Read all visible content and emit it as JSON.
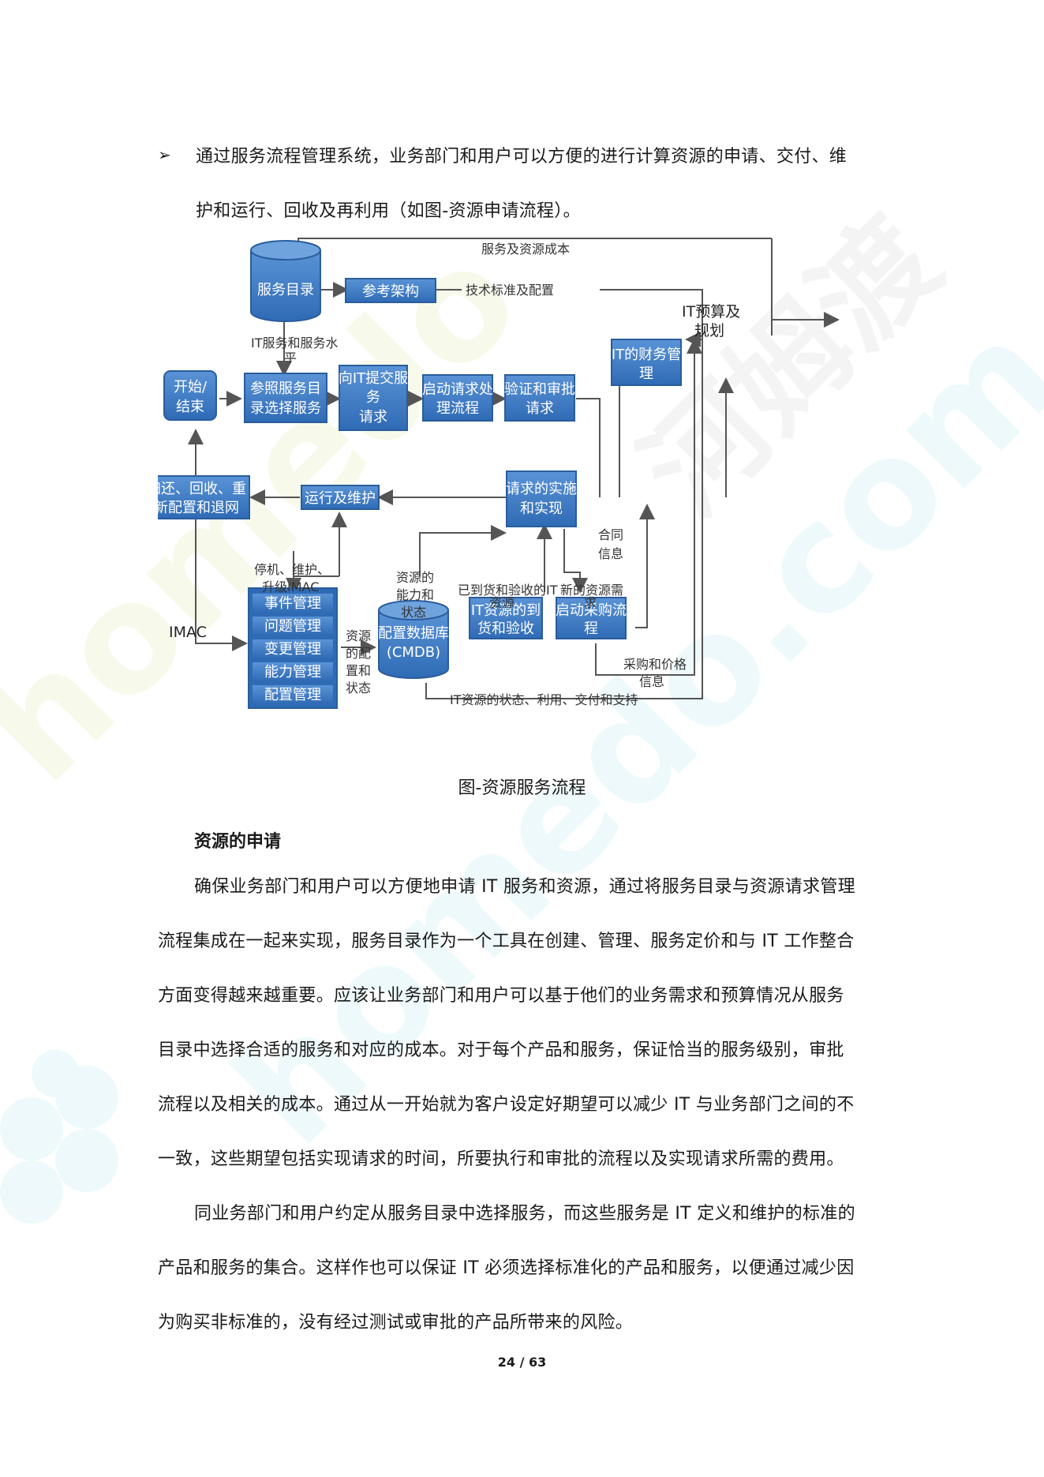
{
  "intro": {
    "bullet_symbol": "➢",
    "line1": "通过服务流程管理系统，业务部门和用户可以方便的进行计算资源的申请、交付、维",
    "line2": "护和运行、回收及再利用（如图-资源申请流程）。"
  },
  "diagram": {
    "boxes": {
      "service_catalog": "服务目录",
      "ref_arch": "参考架构",
      "start_end_1": "开始/",
      "start_end_2": "结束",
      "ref_catalog_1": "参照服务目",
      "ref_catalog_2": "录选择服务",
      "submit_1": "向IT提交服",
      "submit_2": "务",
      "submit_3": "请求",
      "start_req_1": "启动请求处",
      "start_req_2": "理流程",
      "verify_1": "验证和审批",
      "verify_2": "请求",
      "finance_1": "IT的财务管",
      "finance_2": "理",
      "return_1": "归还、回收、重",
      "return_2": "新配置和退网",
      "ops": "运行及维护",
      "impl_1": "请求的实施",
      "impl_2": "和实现",
      "event": "事件管理",
      "problem": "问题管理",
      "change": "变更管理",
      "capacity": "能力管理",
      "config": "配置管理",
      "cmdb_1": "配置数据库",
      "cmdb_2": "(CMDB)",
      "delivery_1": "IT资源的到",
      "delivery_2": "货和验收",
      "purchase_1": "启动采购流",
      "purchase_2": "程"
    },
    "labels": {
      "cost": "服务及资源成本",
      "tech_std": "技术标准及配置",
      "it_budget_1": "IT预算及",
      "it_budget_2": "规划",
      "it_service_1": "IT服务和服务水",
      "it_service_2": "平",
      "contract_1": "合同",
      "contract_2": "信息",
      "downtime_1": "停机、维护、",
      "downtime_2": "升级IMAC",
      "capacity_1": "资源的",
      "capacity_2": "能力和",
      "capacity_3": "状态",
      "arrived_1": "已到货和验收的IT",
      "arrived_2": "资源",
      "new_need_1": "新的资源需",
      "new_need_2": "求",
      "imac": "IMAC",
      "res_cfg_1": "资源",
      "res_cfg_2": "的配",
      "res_cfg_3": "置和",
      "res_cfg_4": "状态",
      "purchase_price_1": "采购和价格",
      "purchase_price_2": "信息",
      "it_status": "IT资源的状态、利用、交付和支持"
    }
  },
  "caption": "图-资源服务流程",
  "section_title": "资源的申请",
  "paragraph1": [
    "确保业务部门和用户可以方便地申请 IT 服务和资源，通过将服务目录与资源请求管理",
    "流程集成在一起来实现，服务目录作为一个工具在创建、管理、服务定价和与 IT 工作整合",
    "方面变得越来越重要。应该让业务部门和用户可以基于他们的业务需求和预算情况从服务",
    "目录中选择合适的服务和对应的成本。对于每个产品和服务，保证恰当的服务级别，审批",
    "流程以及相关的成本。通过从一开始就为客户设定好期望可以减少 IT 与业务部门之间的不",
    "一致，这些期望包括实现请求的时间，所要执行和审批的流程以及实现请求所需的费用。"
  ],
  "paragraph2": [
    "同业务部门和用户约定从服务目录中选择服务，而这些服务是 IT 定义和维护的标准的",
    "产品和服务的集合。这样作也可以保证 IT 必须选择标准化的产品和服务，以便通过减少因",
    "为购买非标准的，没有经过测试或审批的产品所带来的风险。"
  ],
  "page_number": "24 / 63",
  "watermark_text": "homedo.com 河姆渡",
  "colors": {
    "box_fill": "#3b79c4",
    "box_border": "#2a5d9c",
    "arrow": "#555555"
  }
}
